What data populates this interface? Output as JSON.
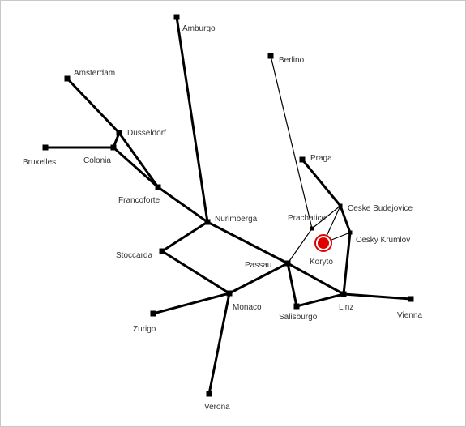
{
  "map": {
    "cities": [
      {
        "id": "amburgo",
        "label": "Amburgo"
      },
      {
        "id": "berlino",
        "label": "Berlino"
      },
      {
        "id": "amsterdam",
        "label": "Amsterdam"
      },
      {
        "id": "dusseldorf",
        "label": "Dusseldorf"
      },
      {
        "id": "bruxelles",
        "label": "Bruxelles"
      },
      {
        "id": "colonia",
        "label": "Colonia"
      },
      {
        "id": "praga",
        "label": "Praga"
      },
      {
        "id": "francoforte",
        "label": "Francoforte"
      },
      {
        "id": "ceske-budejovice",
        "label": "Ceske Budejovice"
      },
      {
        "id": "prachatice",
        "label": "Prachatice"
      },
      {
        "id": "nurimberga",
        "label": "Nurimberga"
      },
      {
        "id": "cesky-krumlov",
        "label": "Cesky Krumlov"
      },
      {
        "id": "stoccarda",
        "label": "Stoccarda"
      },
      {
        "id": "passau",
        "label": "Passau"
      },
      {
        "id": "koryto",
        "label": "Koryto"
      },
      {
        "id": "monaco",
        "label": "Monaco"
      },
      {
        "id": "linz",
        "label": "Linz"
      },
      {
        "id": "vienna",
        "label": "Vienna"
      },
      {
        "id": "salisburgo",
        "label": "Salisburgo"
      },
      {
        "id": "zurigo",
        "label": "Zurigo"
      },
      {
        "id": "verona",
        "label": "Verona"
      }
    ],
    "routes": [
      {
        "from": "amsterdam",
        "to": "dusseldorf",
        "style": "thick"
      },
      {
        "from": "dusseldorf",
        "to": "colonia",
        "style": "thick"
      },
      {
        "from": "bruxelles",
        "to": "colonia",
        "style": "thick"
      },
      {
        "from": "dusseldorf",
        "to": "francoforte",
        "style": "thick"
      },
      {
        "from": "colonia",
        "to": "francoforte",
        "style": "thick"
      },
      {
        "from": "francoforte",
        "to": "nurimberga",
        "style": "thick"
      },
      {
        "from": "amburgo",
        "to": "nurimberga",
        "style": "thick"
      },
      {
        "from": "nurimberga",
        "to": "stoccarda",
        "style": "thick"
      },
      {
        "from": "stoccarda",
        "to": "monaco",
        "style": "thick"
      },
      {
        "from": "nurimberga",
        "to": "passau",
        "style": "thick"
      },
      {
        "from": "monaco",
        "to": "passau",
        "style": "thick"
      },
      {
        "from": "monaco",
        "to": "zurigo",
        "style": "thick"
      },
      {
        "from": "monaco",
        "to": "verona",
        "style": "thick"
      },
      {
        "from": "passau",
        "to": "linz",
        "style": "thick"
      },
      {
        "from": "passau",
        "to": "salisburgo",
        "style": "thick"
      },
      {
        "from": "salisburgo",
        "to": "linz",
        "style": "thick"
      },
      {
        "from": "linz",
        "to": "vienna",
        "style": "thick"
      },
      {
        "from": "linz",
        "to": "cesky-krumlov",
        "style": "thick"
      },
      {
        "from": "cesky-krumlov",
        "to": "ceske-budejovice",
        "style": "thick"
      },
      {
        "from": "ceske-budejovice",
        "to": "praga",
        "style": "thick"
      },
      {
        "from": "berlino",
        "to": "prachatice",
        "style": "thin"
      },
      {
        "from": "prachatice",
        "to": "passau",
        "style": "thin"
      },
      {
        "from": "prachatice",
        "to": "ceske-budejovice",
        "style": "thin"
      },
      {
        "from": "koryto",
        "to": "ceske-budejovice",
        "style": "thin"
      },
      {
        "from": "koryto",
        "to": "cesky-krumlov",
        "style": "thin"
      }
    ],
    "marker": {
      "city": "koryto",
      "color": "#e00000"
    }
  }
}
